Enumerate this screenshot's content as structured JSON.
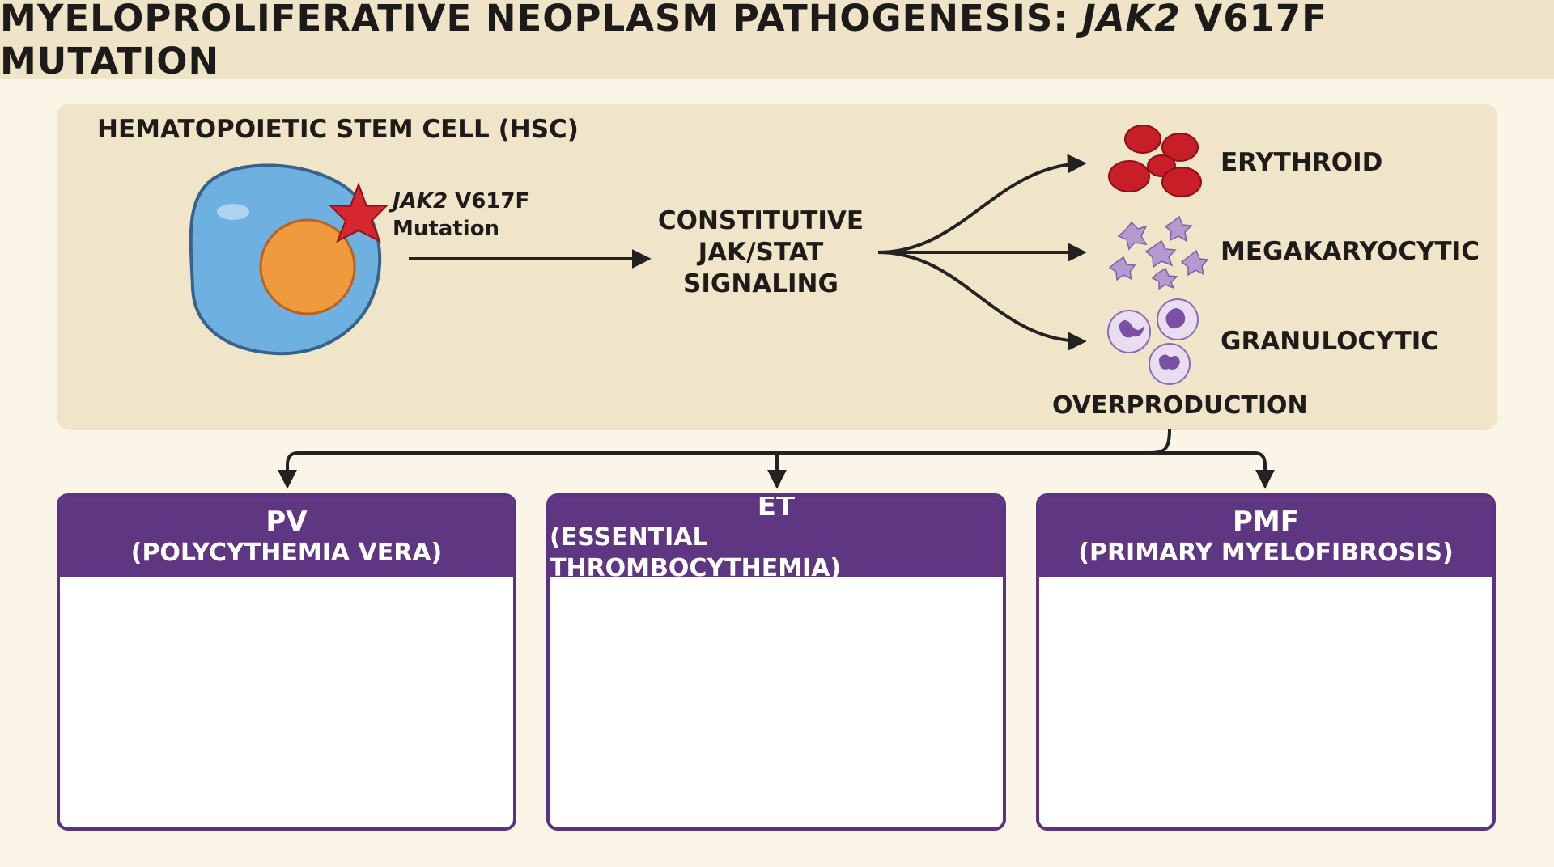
{
  "title": {
    "prefix": "MYELOPROLIFERATIVE NEOPLASM PATHOGENESIS: ",
    "gene": "JAK2",
    "suffix": " V617F MUTATION"
  },
  "stem_cell": {
    "label": "HEMATOPOIETIC STEM CELL (HSC)",
    "mutation_gene": "JAK2",
    "mutation_variant": " V617F",
    "mutation_word": "Mutation"
  },
  "signaling": {
    "line1": "CONSTITUTIVE",
    "line2": "JAK/STAT",
    "line3": "SIGNALING"
  },
  "lineages": [
    "ERYTHROID",
    "MEGAKARYOCYTIC",
    "GRANULOCYTIC"
  ],
  "overproduction": "OVERPRODUCTION",
  "diseases": [
    {
      "abbr": "PV",
      "full": "(POLYCYTHEMIA VERA)"
    },
    {
      "abbr": "ET",
      "full": "(ESSENTIAL THROMBOCYTHEMIA)"
    },
    {
      "abbr": "PMF",
      "full": "(PRIMARY MYELOFIBROSIS)"
    }
  ],
  "colors": {
    "header_band": "#efe3c8",
    "panel": "#f1e5c9",
    "card_header": "#5f3682",
    "mutation_star": "#d6272f",
    "stem_cell_nucleus": "#f09a3e",
    "red_cells": "#c81e28"
  }
}
